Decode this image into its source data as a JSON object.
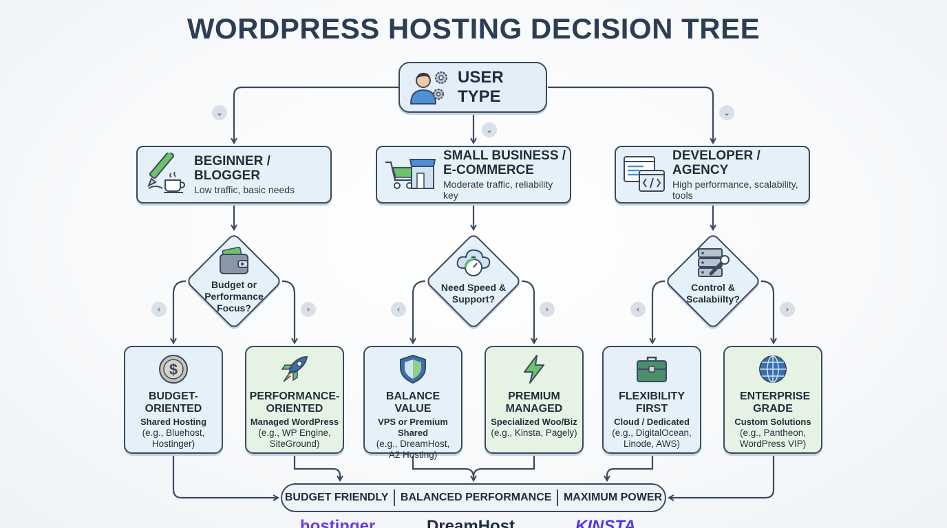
{
  "title": "WORDPRESS HOSTING DECISION TREE",
  "root": {
    "label": "USER TYPE"
  },
  "categories": [
    {
      "title": "BEGINNER / BLOGGER",
      "subtitle": "Low traffic, basic needs"
    },
    {
      "title": "SMALL BUSINESS / E-COMMERCE",
      "subtitle": "Moderate traffic, reliability key"
    },
    {
      "title": "DEVELOPER / AGENCY",
      "subtitle": "High performance, scalability, tools"
    }
  ],
  "decisions": [
    {
      "label": "Budget or Performance Focus?"
    },
    {
      "label": "Need Speed & Support?"
    },
    {
      "label": "Control & Scalabiilty?"
    }
  ],
  "leaves": [
    {
      "title": "BUDGET-ORIENTED",
      "type": "Shared Hosting",
      "examples": "(e.g., Bluehost, Hostinger)",
      "icon": "dollar-coin-icon",
      "color": "#e6f0f8"
    },
    {
      "title": "PERFORMANCE-ORIENTED",
      "type": "Managed WordPress",
      "examples": "(e.g., WP Engine, SiteGround)",
      "icon": "rocket-icon",
      "color": "#e6f3e4"
    },
    {
      "title": "BALANCE VALUE",
      "type": "VPS or Premium Shared",
      "examples": "(e.g., DreamHost, A2 Hosting)",
      "icon": "shield-icon",
      "color": "#e6f0f8"
    },
    {
      "title": "PREMIUM MANAGED",
      "type": "Specialized Woo/Biz",
      "examples": "(e.g., Kinsta, Pagely)",
      "icon": "lightning-icon",
      "color": "#e6f3e4"
    },
    {
      "title": "FLEXIBILITY FIRST",
      "type": "Cloud / Dedicated",
      "examples": "(e.g., DigitalOcean, Linode, AWS)",
      "icon": "toolbox-icon",
      "color": "#e6f0f8"
    },
    {
      "title": "ENTERPRISE GRADE",
      "type": "Custom Solutions",
      "examples": "(e.g., Pantheon, WordPress VIP)",
      "icon": "globe-icon",
      "color": "#e6f3e4"
    }
  ],
  "bottom_bar": {
    "items": [
      "BUDGET FRIENDLY",
      "BALANCED PERFORMANCE",
      "MAXIMUM POWER"
    ]
  },
  "logos": [
    {
      "text": "hostinger",
      "color": "#673de6"
    },
    {
      "text": "DreamHost",
      "color": "#1f2d3d"
    },
    {
      "text": "KINSTA",
      "color": "#5333ed"
    }
  ],
  "colors": {
    "border": "#3a4a5e",
    "blue_fill": "#e6f0f8",
    "green_fill": "#e6f3e4",
    "title": "#2c3e55"
  }
}
